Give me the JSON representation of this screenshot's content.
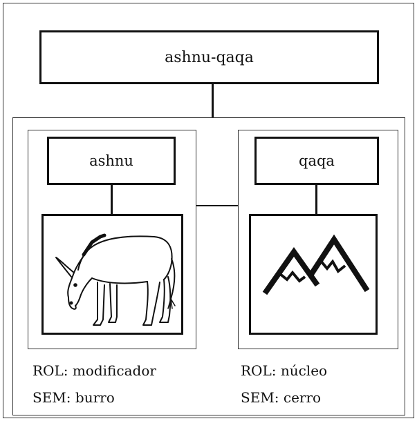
{
  "root": {
    "label": "ashnu-qaqa"
  },
  "left": {
    "word": "ashnu",
    "image": "donkey-icon",
    "rol_key": "ROL:",
    "rol_value": "modificador",
    "sem_key": "SEM:",
    "sem_value": "burro"
  },
  "right": {
    "word": "qaqa",
    "image": "mountains-icon",
    "rol_key": "ROL:",
    "rol_value": "núcleo",
    "sem_key": "SEM:",
    "sem_value": "cerro"
  }
}
